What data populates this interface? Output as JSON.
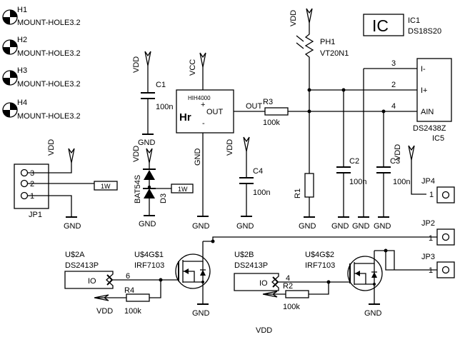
{
  "mount_holes": [
    {
      "ref": "H1",
      "value": "MOUNT-HOLE3.2"
    },
    {
      "ref": "H2",
      "value": "MOUNT-HOLE3.2"
    },
    {
      "ref": "H3",
      "value": "MOUNT-HOLE3.2"
    },
    {
      "ref": "H4",
      "value": "MOUNT-HOLE3.2"
    }
  ],
  "supply": {
    "vdd": "VDD",
    "vcc": "VCC",
    "gnd": "GND"
  },
  "jp1": {
    "ref": "JP1",
    "pins": [
      "3",
      "2",
      "1"
    ],
    "link": "1W"
  },
  "c1": {
    "ref": "C1",
    "value": "100n"
  },
  "d3": {
    "ref": "D3",
    "value": "BAT54S",
    "link": "1W"
  },
  "sensor": {
    "model": "HIH4000",
    "logo": "Hr",
    "plus": "+",
    "out": "OUT",
    "minus": "-",
    "net": "OUT"
  },
  "r3": {
    "ref": "R3",
    "value": "100k"
  },
  "c4": {
    "ref": "C4",
    "value": "100n"
  },
  "ph1": {
    "ref": "PH1",
    "value": "VT20N1"
  },
  "r1": {
    "ref": "R1"
  },
  "c2": {
    "ref": "C2",
    "value": "100n"
  },
  "c3": {
    "ref": "C3",
    "value": "100n"
  },
  "ic_badge": "IC",
  "ic1": {
    "ref": "IC1",
    "value": "DS18S20"
  },
  "ic5": {
    "ref": "IC5",
    "value": "DS2438Z",
    "pins": [
      {
        "num": "3",
        "name": "I-"
      },
      {
        "num": "2",
        "name": "I+"
      },
      {
        "num": "4",
        "name": "AIN"
      }
    ]
  },
  "jp4": {
    "ref": "JP4",
    "pin": "1"
  },
  "jp2": {
    "ref": "JP2",
    "pin": "1"
  },
  "jp3": {
    "ref": "JP3",
    "pin": "1"
  },
  "u2a": {
    "ref": "U$2A",
    "value": "DS2413P",
    "pin_label": "IO",
    "pin_num": "6"
  },
  "u2b": {
    "ref": "U$2B",
    "value": "DS2413P",
    "pin_label": "IO",
    "pin_num": "4"
  },
  "q1": {
    "ref": "U$4G$1",
    "value": "IRF7103"
  },
  "q2": {
    "ref": "U$4G$2",
    "value": "IRF7103"
  },
  "r4": {
    "ref": "R4",
    "value": "100k"
  },
  "r2": {
    "ref": "R2",
    "value": "100k"
  }
}
